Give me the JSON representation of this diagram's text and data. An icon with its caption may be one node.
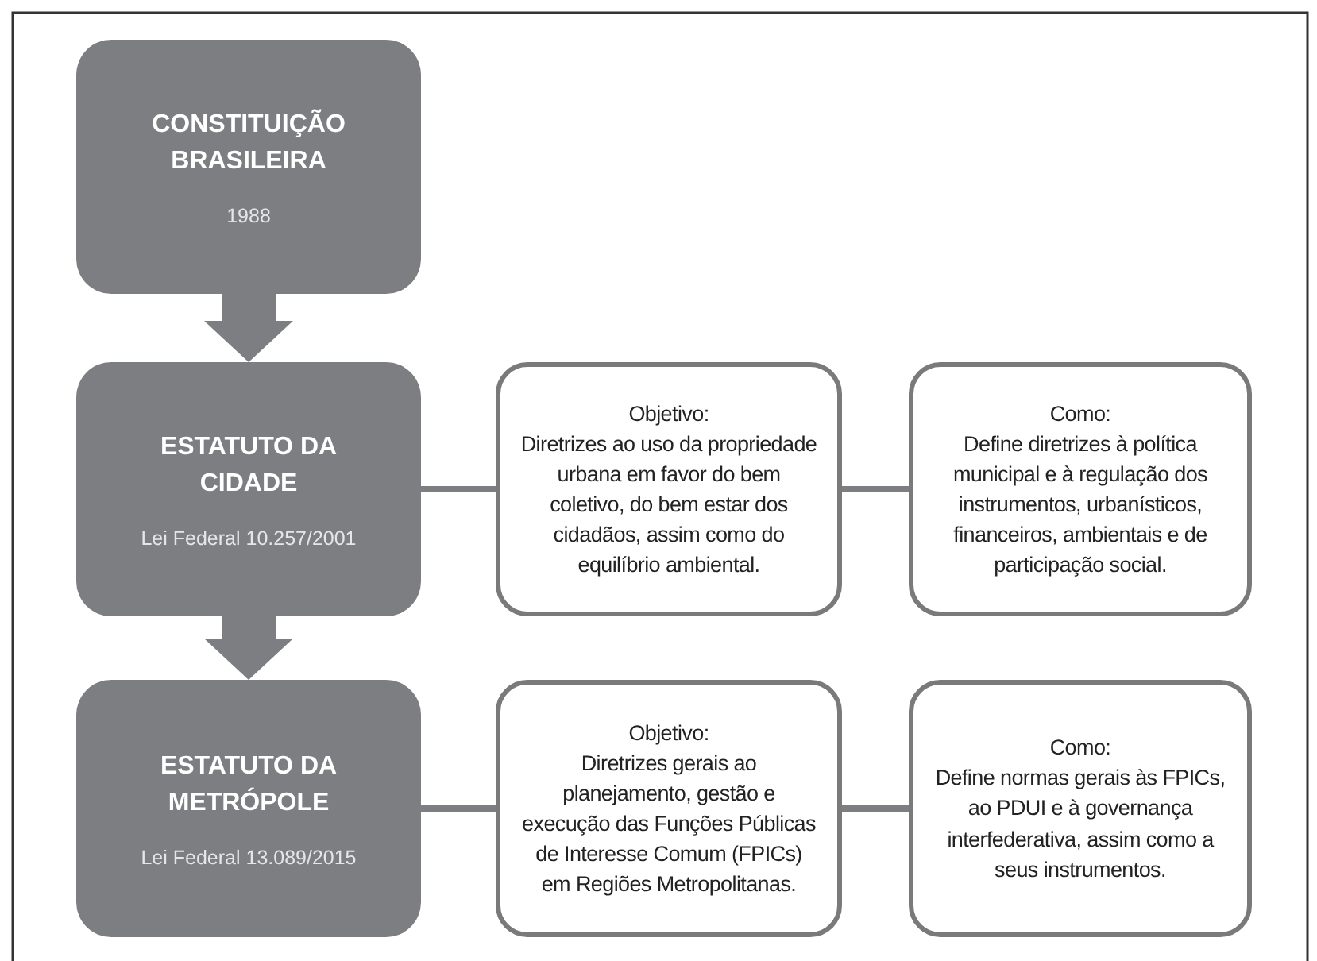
{
  "diagram": {
    "nodes": [
      {
        "text": [
          "CONSTITUIÇÃO BRASILEIRA",
          "1988"
        ]
      },
      {
        "text": [
          "ESTATUTO DA CIDADE",
          "Lei Federal 10.257/2001"
        ]
      },
      {
        "text": [
          "Objetivo:",
          "Diretrizes ao uso da propriedade urbana em favor do bem coletivo, do bem estar dos cidadãos, assim como do equilíbrio ambiental."
        ]
      },
      {
        "text": [
          "Como:",
          "Define diretrizes à política municipal e à regulação dos instrumentos, urbanísticos, financeiros, ambientais e de participação social."
        ]
      },
      {
        "text": [
          "ESTATUTO DA METRÓPOLE",
          "Lei Federal 13.089/2015"
        ]
      },
      {
        "text": [
          "Objetivo:",
          "Diretrizes gerais ao planejamento, gestão e execução das Funções Públicas de Interesse Comum (FPICs) em Regiões Metropolitanas."
        ]
      },
      {
        "text": [
          "Como:",
          "Define normas gerais às FPICs, ao PDUI e à governança interfederativa, assim como a seus instrumentos."
        ]
      }
    ],
    "edges": [
      {
        "from": 0,
        "to": 1,
        "arrow": "to",
        "style": "thick"
      },
      {
        "from": 1,
        "to": 2,
        "arrow": "none"
      },
      {
        "from": 2,
        "to": 3,
        "arrow": "none"
      },
      {
        "from": 1,
        "to": 4,
        "arrow": "to",
        "style": "thick"
      },
      {
        "from": 4,
        "to": 5,
        "arrow": "none"
      },
      {
        "from": 5,
        "to": 6,
        "arrow": "none"
      }
    ]
  }
}
